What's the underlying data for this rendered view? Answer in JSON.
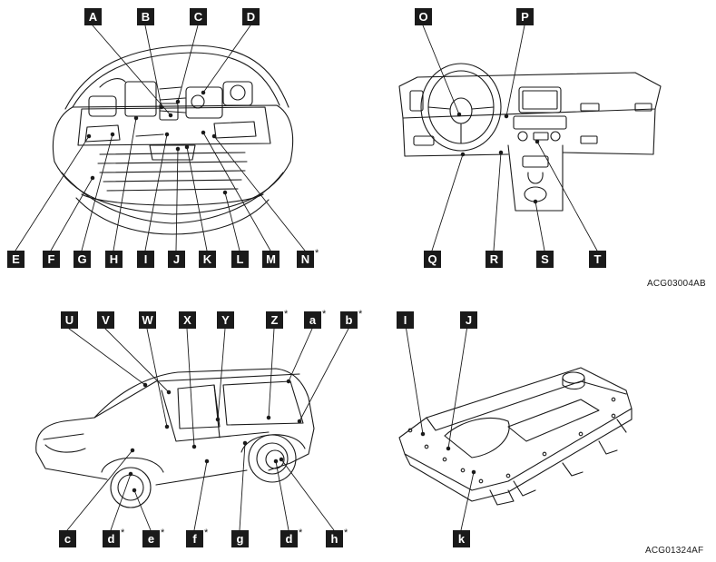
{
  "panel_engine": {
    "callouts": [
      {
        "id": "A",
        "letter": "A",
        "asterisk": false
      },
      {
        "id": "B",
        "letter": "B",
        "asterisk": false
      },
      {
        "id": "C",
        "letter": "C",
        "asterisk": false
      },
      {
        "id": "D",
        "letter": "D",
        "asterisk": false
      },
      {
        "id": "E",
        "letter": "E",
        "asterisk": false
      },
      {
        "id": "F",
        "letter": "F",
        "asterisk": false
      },
      {
        "id": "G",
        "letter": "G",
        "asterisk": false
      },
      {
        "id": "H",
        "letter": "H",
        "asterisk": false
      },
      {
        "id": "I1",
        "letter": "I",
        "asterisk": false
      },
      {
        "id": "J1",
        "letter": "J",
        "asterisk": false
      },
      {
        "id": "K",
        "letter": "K",
        "asterisk": false
      },
      {
        "id": "L",
        "letter": "L",
        "asterisk": false
      },
      {
        "id": "M",
        "letter": "M",
        "asterisk": false
      },
      {
        "id": "N",
        "letter": "N",
        "asterisk": true
      }
    ]
  },
  "panel_dashboard": {
    "callouts": [
      {
        "id": "O",
        "letter": "O",
        "asterisk": false
      },
      {
        "id": "P",
        "letter": "P",
        "asterisk": false
      },
      {
        "id": "Q",
        "letter": "Q",
        "asterisk": false
      },
      {
        "id": "R",
        "letter": "R",
        "asterisk": false
      },
      {
        "id": "S",
        "letter": "S",
        "asterisk": false
      },
      {
        "id": "T",
        "letter": "T",
        "asterisk": false
      }
    ],
    "figure_code": "ACG03004AB"
  },
  "panel_exterior": {
    "callouts": [
      {
        "id": "U",
        "letter": "U",
        "asterisk": false
      },
      {
        "id": "V",
        "letter": "V",
        "asterisk": false
      },
      {
        "id": "W",
        "letter": "W",
        "asterisk": false
      },
      {
        "id": "X",
        "letter": "X",
        "asterisk": false
      },
      {
        "id": "Y",
        "letter": "Y",
        "asterisk": false
      },
      {
        "id": "Z",
        "letter": "Z",
        "asterisk": true
      },
      {
        "id": "a",
        "letter": "a",
        "asterisk": true
      },
      {
        "id": "b",
        "letter": "b",
        "asterisk": true
      },
      {
        "id": "c",
        "letter": "c",
        "asterisk": false
      },
      {
        "id": "d1",
        "letter": "d",
        "asterisk": true
      },
      {
        "id": "e",
        "letter": "e",
        "asterisk": true
      },
      {
        "id": "f",
        "letter": "f",
        "asterisk": true
      },
      {
        "id": "g",
        "letter": "g",
        "asterisk": false
      },
      {
        "id": "d2",
        "letter": "d",
        "asterisk": true
      },
      {
        "id": "h",
        "letter": "h",
        "asterisk": true
      }
    ]
  },
  "panel_battery": {
    "callouts": [
      {
        "id": "I2",
        "letter": "I",
        "asterisk": false
      },
      {
        "id": "J2",
        "letter": "J",
        "asterisk": false
      },
      {
        "id": "k",
        "letter": "k",
        "asterisk": false
      }
    ],
    "figure_code": "ACG01324AF"
  },
  "asterisk_glyph": "*",
  "colors": {
    "ink": "#1a1a1a",
    "label_bg": "#1a1a1a",
    "label_text": "#ffffff",
    "paper": "#ffffff"
  }
}
